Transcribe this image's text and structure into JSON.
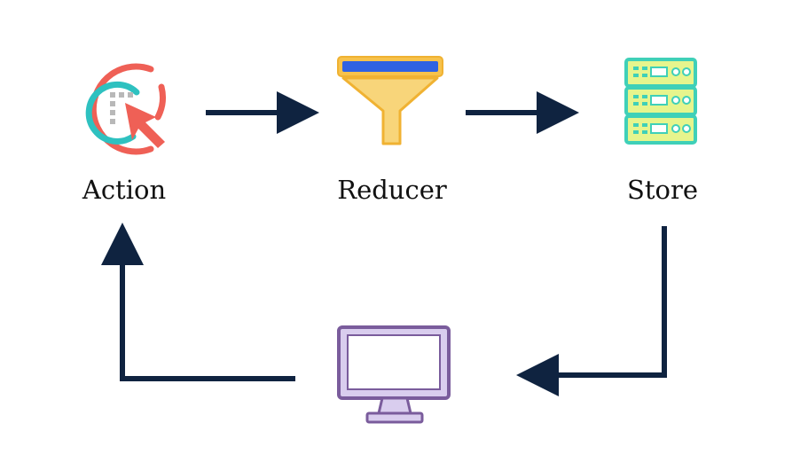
{
  "nodes": {
    "action": {
      "label": "Action",
      "icon": "cursor-click-icon"
    },
    "reducer": {
      "label": "Reducer",
      "icon": "funnel-icon"
    },
    "store": {
      "label": "Store",
      "icon": "server-stack-icon"
    },
    "view": {
      "label": "",
      "icon": "monitor-icon"
    }
  },
  "flow": [
    "action",
    "reducer",
    "store",
    "view",
    "action"
  ],
  "colors": {
    "arrow": "#0f2340",
    "action_red": "#ef6056",
    "action_teal": "#2ec1c0",
    "funnel_yellow": "#f7c24b",
    "funnel_outline": "#f0b232",
    "funnel_blue": "#2f62e3",
    "server_teal": "#3fd0b8",
    "server_face": "#e6f58d",
    "monitor_outline": "#7a5c9c",
    "monitor_fill": "#d9cdee"
  }
}
